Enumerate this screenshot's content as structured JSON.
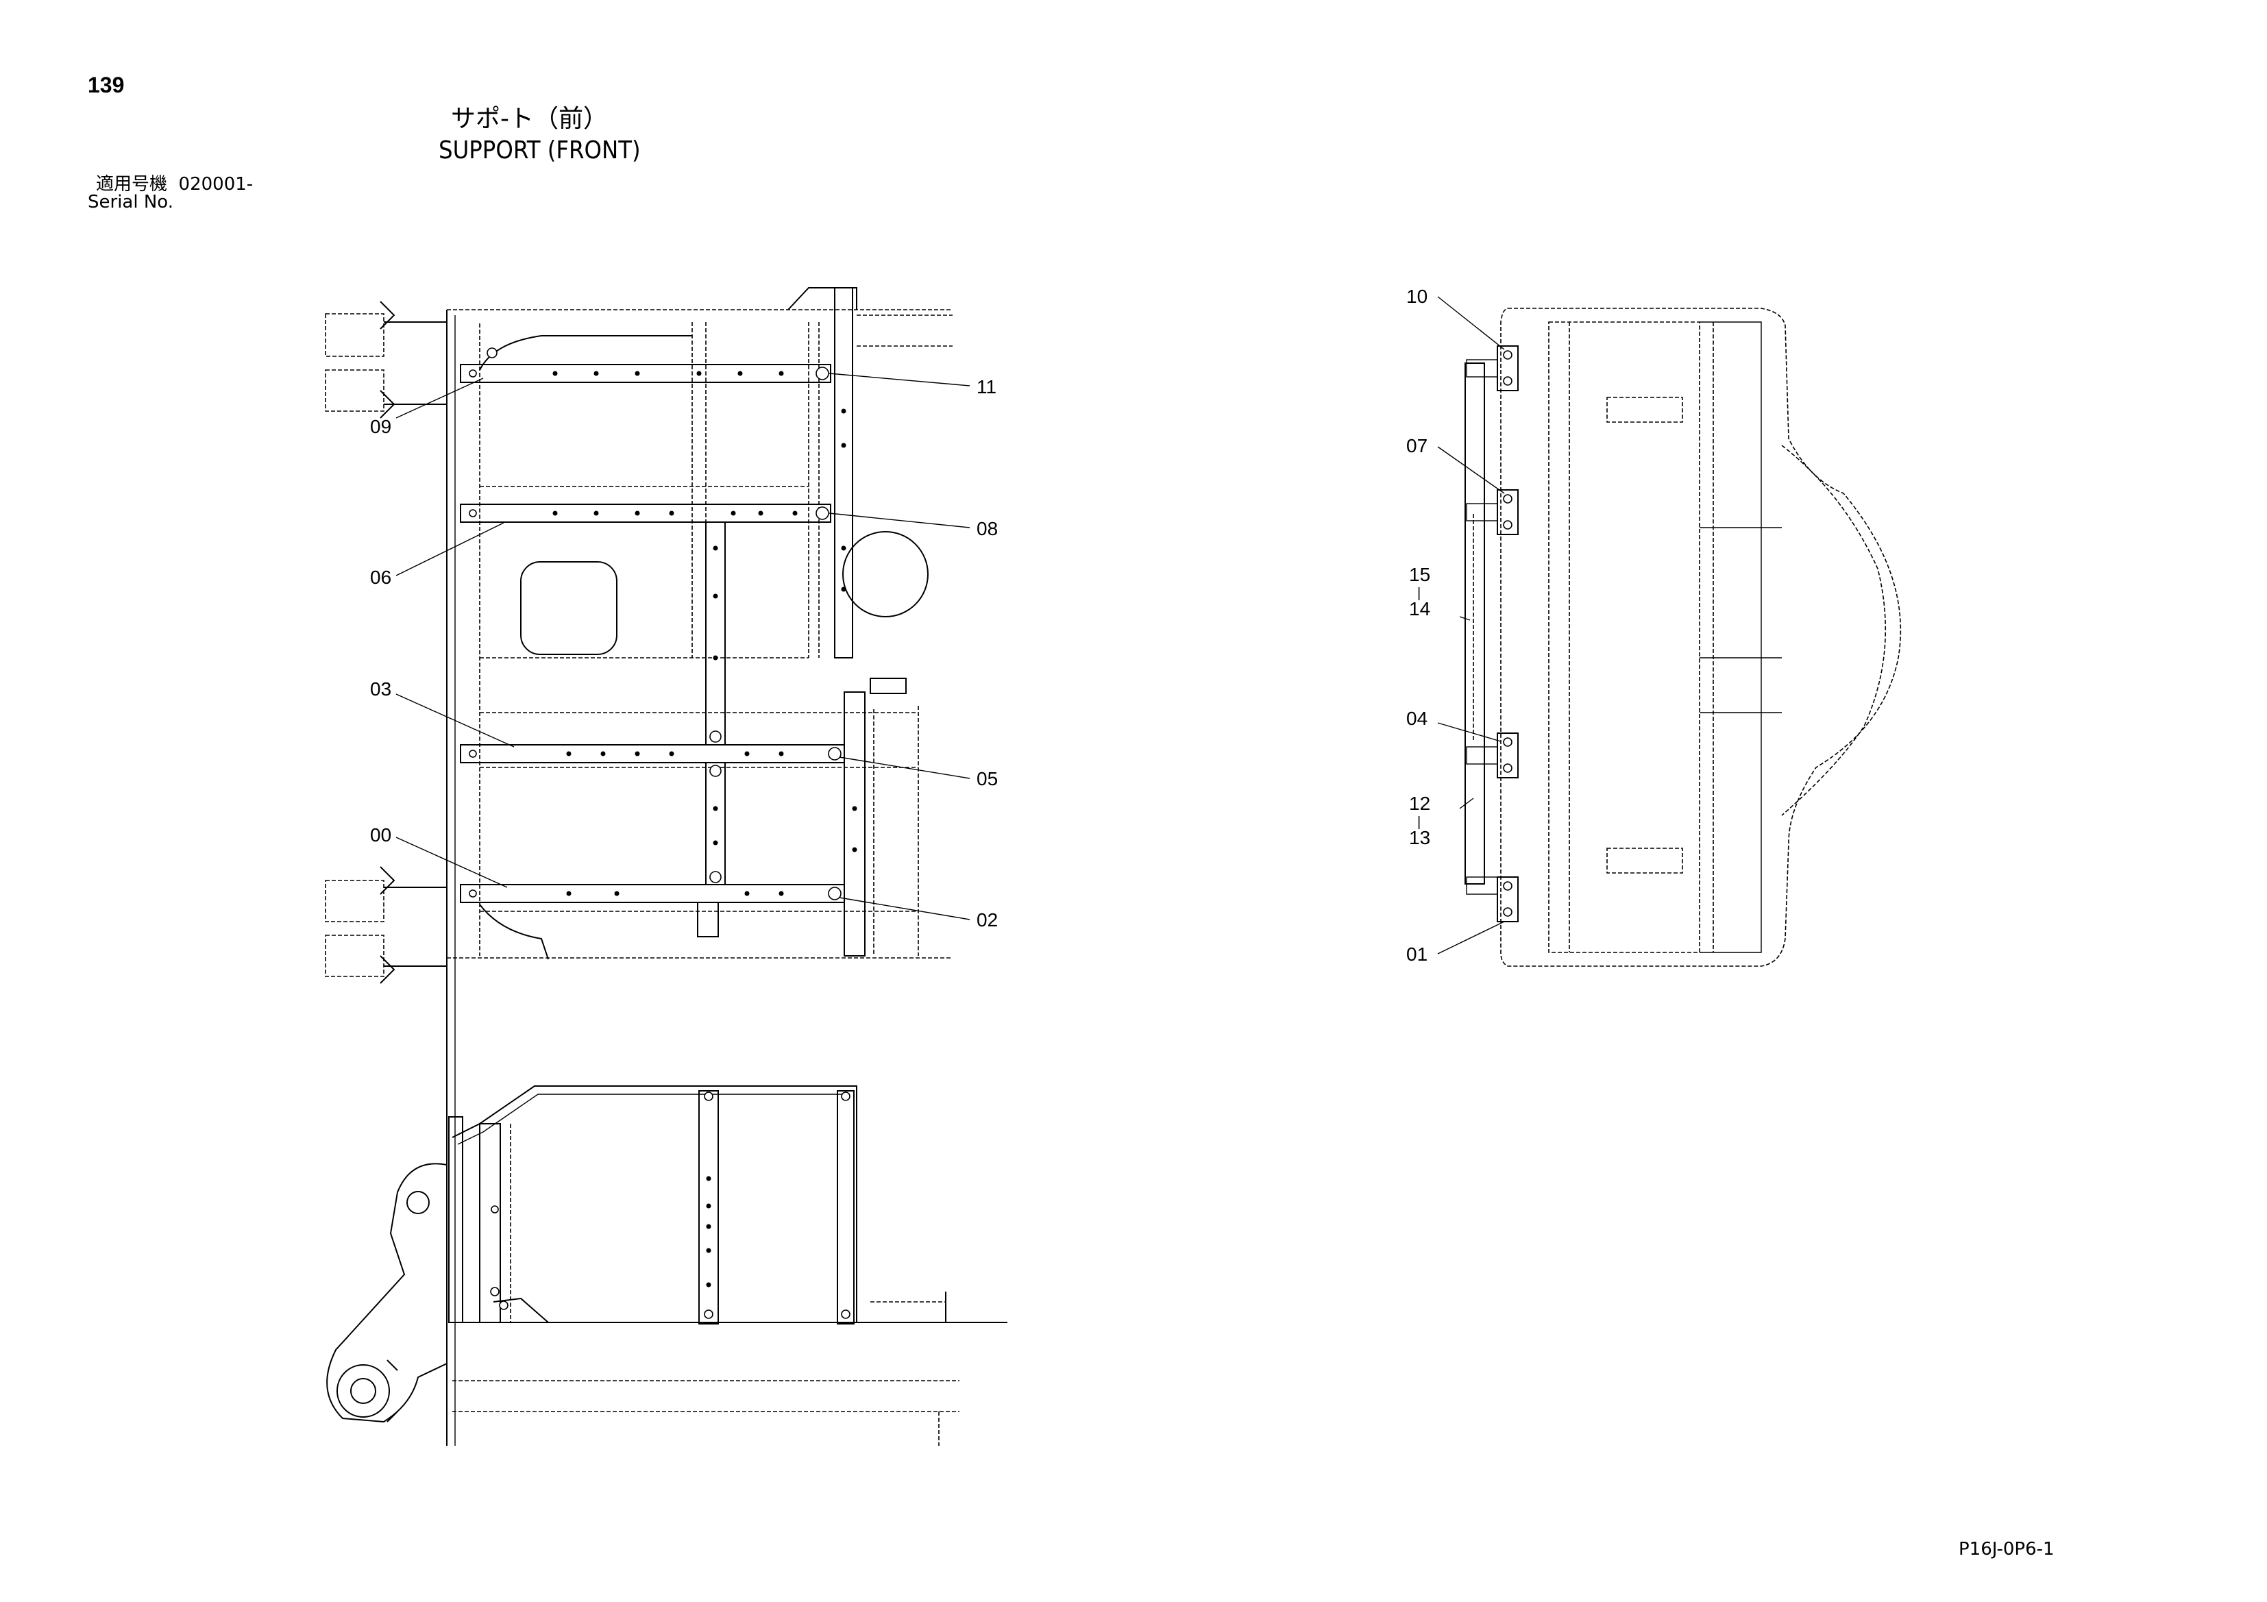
{
  "page_number": "139",
  "title_jp": "サポ-ト（前）",
  "title_en": "SUPPORT (FRONT)",
  "serial": {
    "label_jp": "適用号機",
    "value": "020001-",
    "label_en": "Serial No."
  },
  "drawing_code": "P16J-0P6-1",
  "callouts": {
    "left_view": [
      "09",
      "11",
      "06",
      "08",
      "03",
      "05",
      "00",
      "02"
    ],
    "right_view": [
      "10",
      "07",
      "15",
      "14",
      "04",
      "12",
      "13",
      "01"
    ],
    "range_separator": "|"
  }
}
